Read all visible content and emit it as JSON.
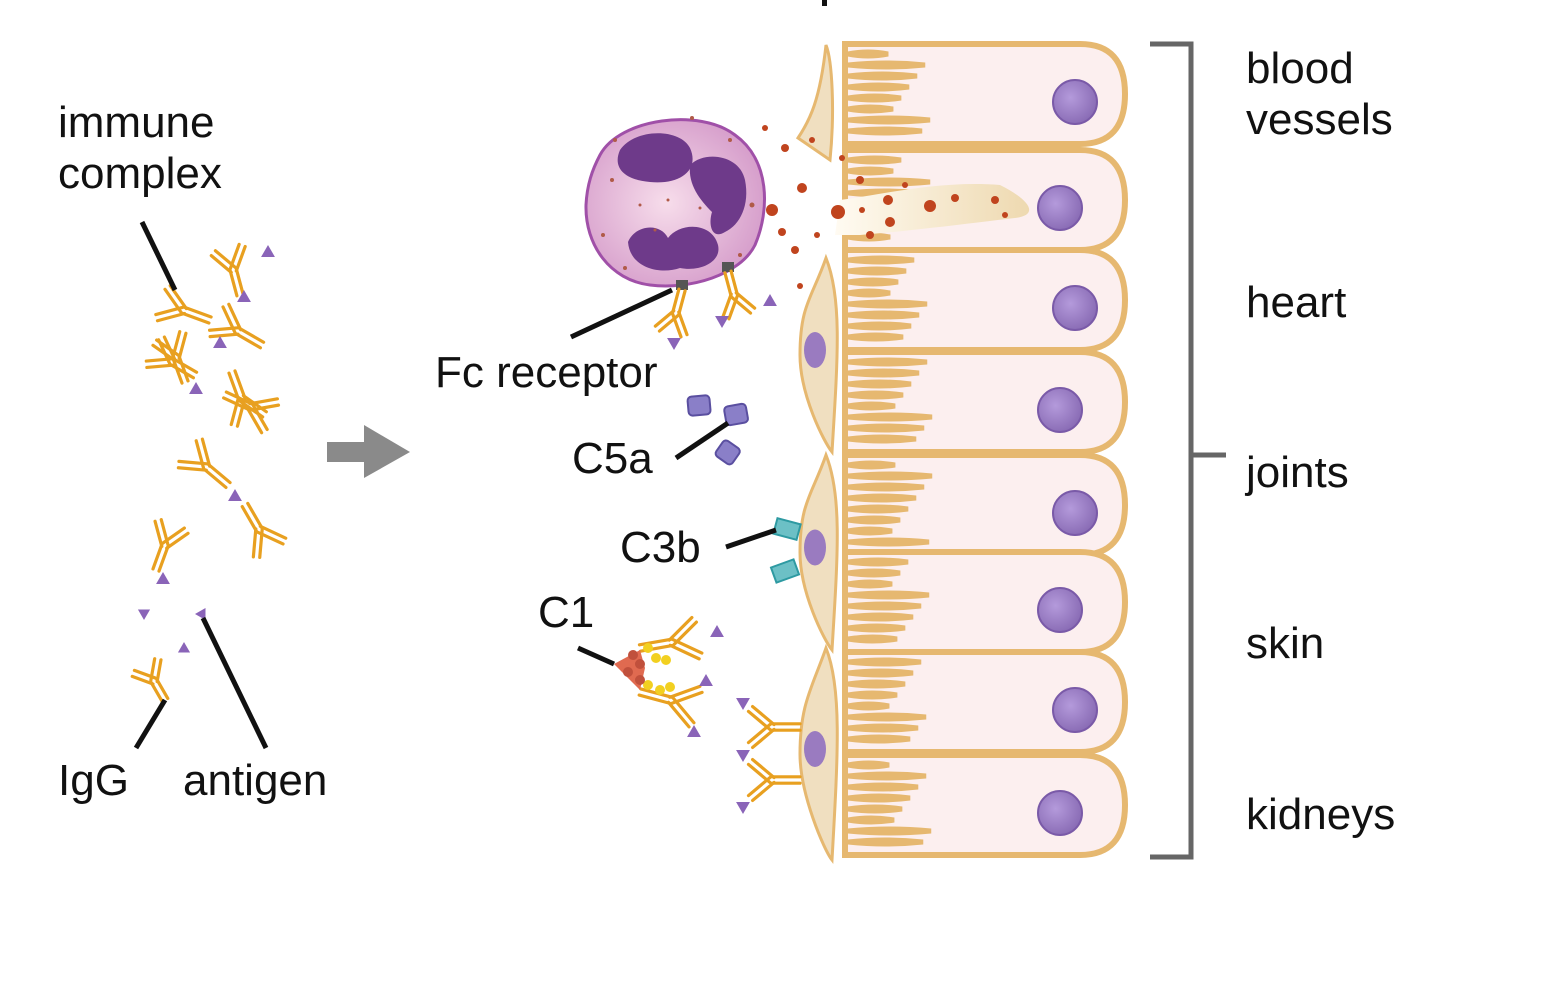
{
  "figure": {
    "top_text_fragment": "|"
  },
  "labels": {
    "immune_complex": "immune\ncomplex",
    "igg": "IgG",
    "antigen": "antigen",
    "fc_receptor": "Fc receptor",
    "c5a": "C5a",
    "c3b": "C3b",
    "c1": "C1"
  },
  "organs": {
    "items": [
      {
        "label": "blood\nvessels"
      },
      {
        "label": "heart"
      },
      {
        "label": "joints"
      },
      {
        "label": "skin"
      },
      {
        "label": "kidneys"
      }
    ]
  },
  "colors": {
    "antibody": "#E8A020",
    "antigen": "#8A64B8",
    "cell_outline": "#E6B870",
    "cell_fill": "#FCEFEF",
    "endothelium_fill": "#F3E2C4",
    "nucleus": "#9A7BC0",
    "neutrophil": "#D9A0D0",
    "granule": "#C0441E",
    "c3b": "#6CC0C6",
    "c5a": "#8A7FC8",
    "c1": "#E06A50",
    "arrow": "#8A8A8A",
    "bracket": "#666666",
    "text": "#111111"
  }
}
